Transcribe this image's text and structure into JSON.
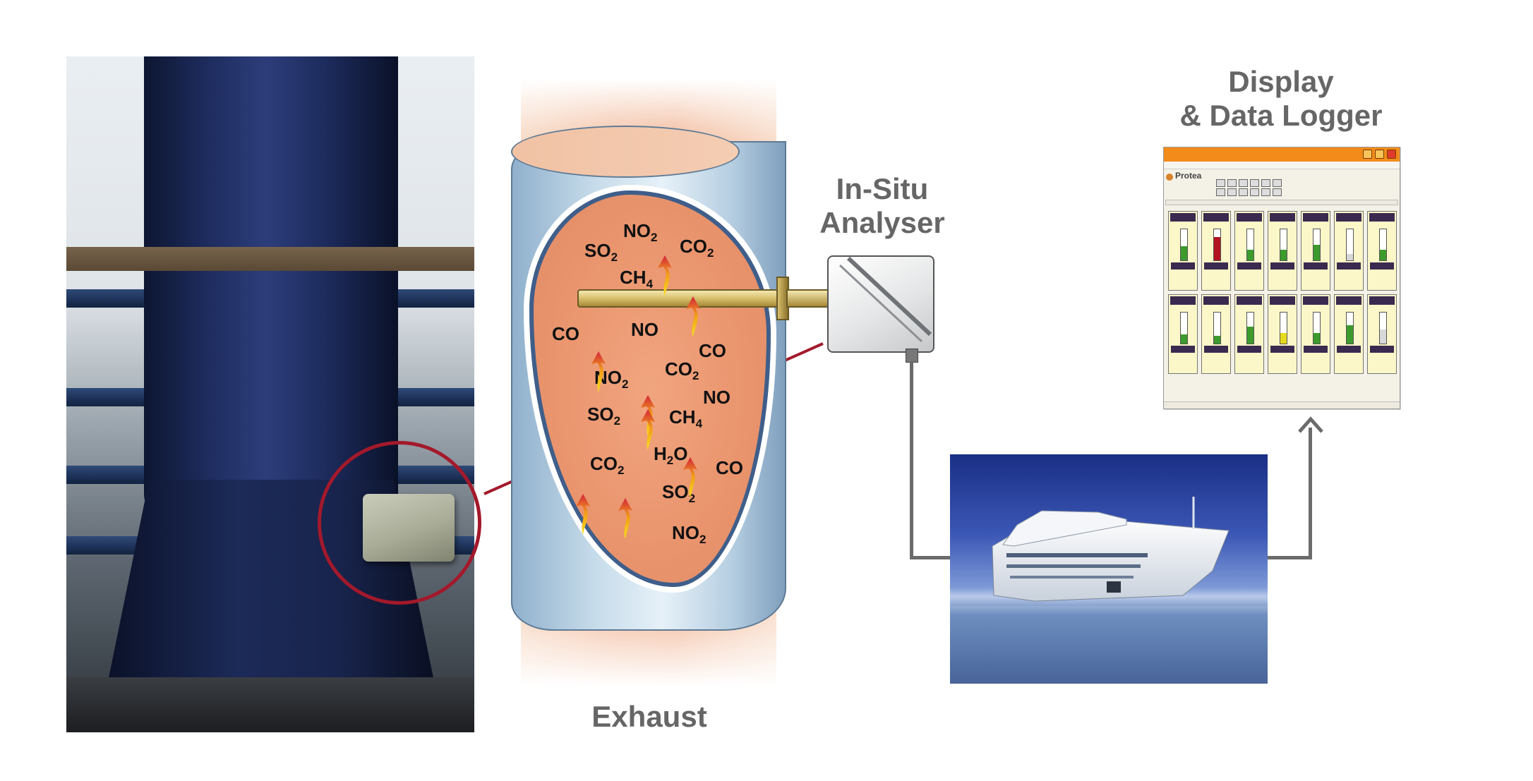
{
  "labels": {
    "display_title_line1": "Display",
    "display_title_line2": "& Data Logger",
    "analyser_title_line1": "In-Situ",
    "analyser_title_line2": "Analyser",
    "exhaust_title": "Exhaust"
  },
  "gases": [
    {
      "text": "NO",
      "sub": "2"
    },
    {
      "text": "SO",
      "sub": "2"
    },
    {
      "text": "CO",
      "sub": "2"
    },
    {
      "text": "CH",
      "sub": "4"
    },
    {
      "text": "CO",
      "sub": ""
    },
    {
      "text": "NO",
      "sub": ""
    },
    {
      "text": "CO",
      "sub": ""
    },
    {
      "text": "NO",
      "sub": "2"
    },
    {
      "text": "CO",
      "sub": "2"
    },
    {
      "text": "SO",
      "sub": "2"
    },
    {
      "text": "CH",
      "sub": "4"
    },
    {
      "text": "NO",
      "sub": ""
    },
    {
      "text": "CO",
      "sub": "2"
    },
    {
      "text": "H",
      "sub": "2",
      "after": "O"
    },
    {
      "text": "CO",
      "sub": ""
    },
    {
      "text": "SO",
      "sub": "2"
    },
    {
      "text": "NO",
      "sub": "2"
    }
  ],
  "display_screen": {
    "brand": "Protea",
    "gauge_fill_levels": [
      0.45,
      0.75,
      0.35,
      0.35,
      0.5,
      0.2,
      0.35,
      0.3,
      0.25,
      0.55,
      0.35,
      0.35,
      0.6,
      0.45
    ],
    "gauge_fill_colors": [
      "#3c9b2c",
      "#b3121f",
      "#3c9b2c",
      "#3c9b2c",
      "#3c9b2c",
      "#d8d8d8",
      "#3c9b2c",
      "#3c9b2c",
      "#3c9b2c",
      "#3c9b2c",
      "#e6da1c",
      "#3c9b2c",
      "#3c9b2c",
      "#d8d8d8"
    ]
  },
  "colors": {
    "highlight_circle": "#a3192b",
    "connector": "#6b6b6b",
    "title_text": "#666666",
    "titlebar": "#f28b1a"
  }
}
